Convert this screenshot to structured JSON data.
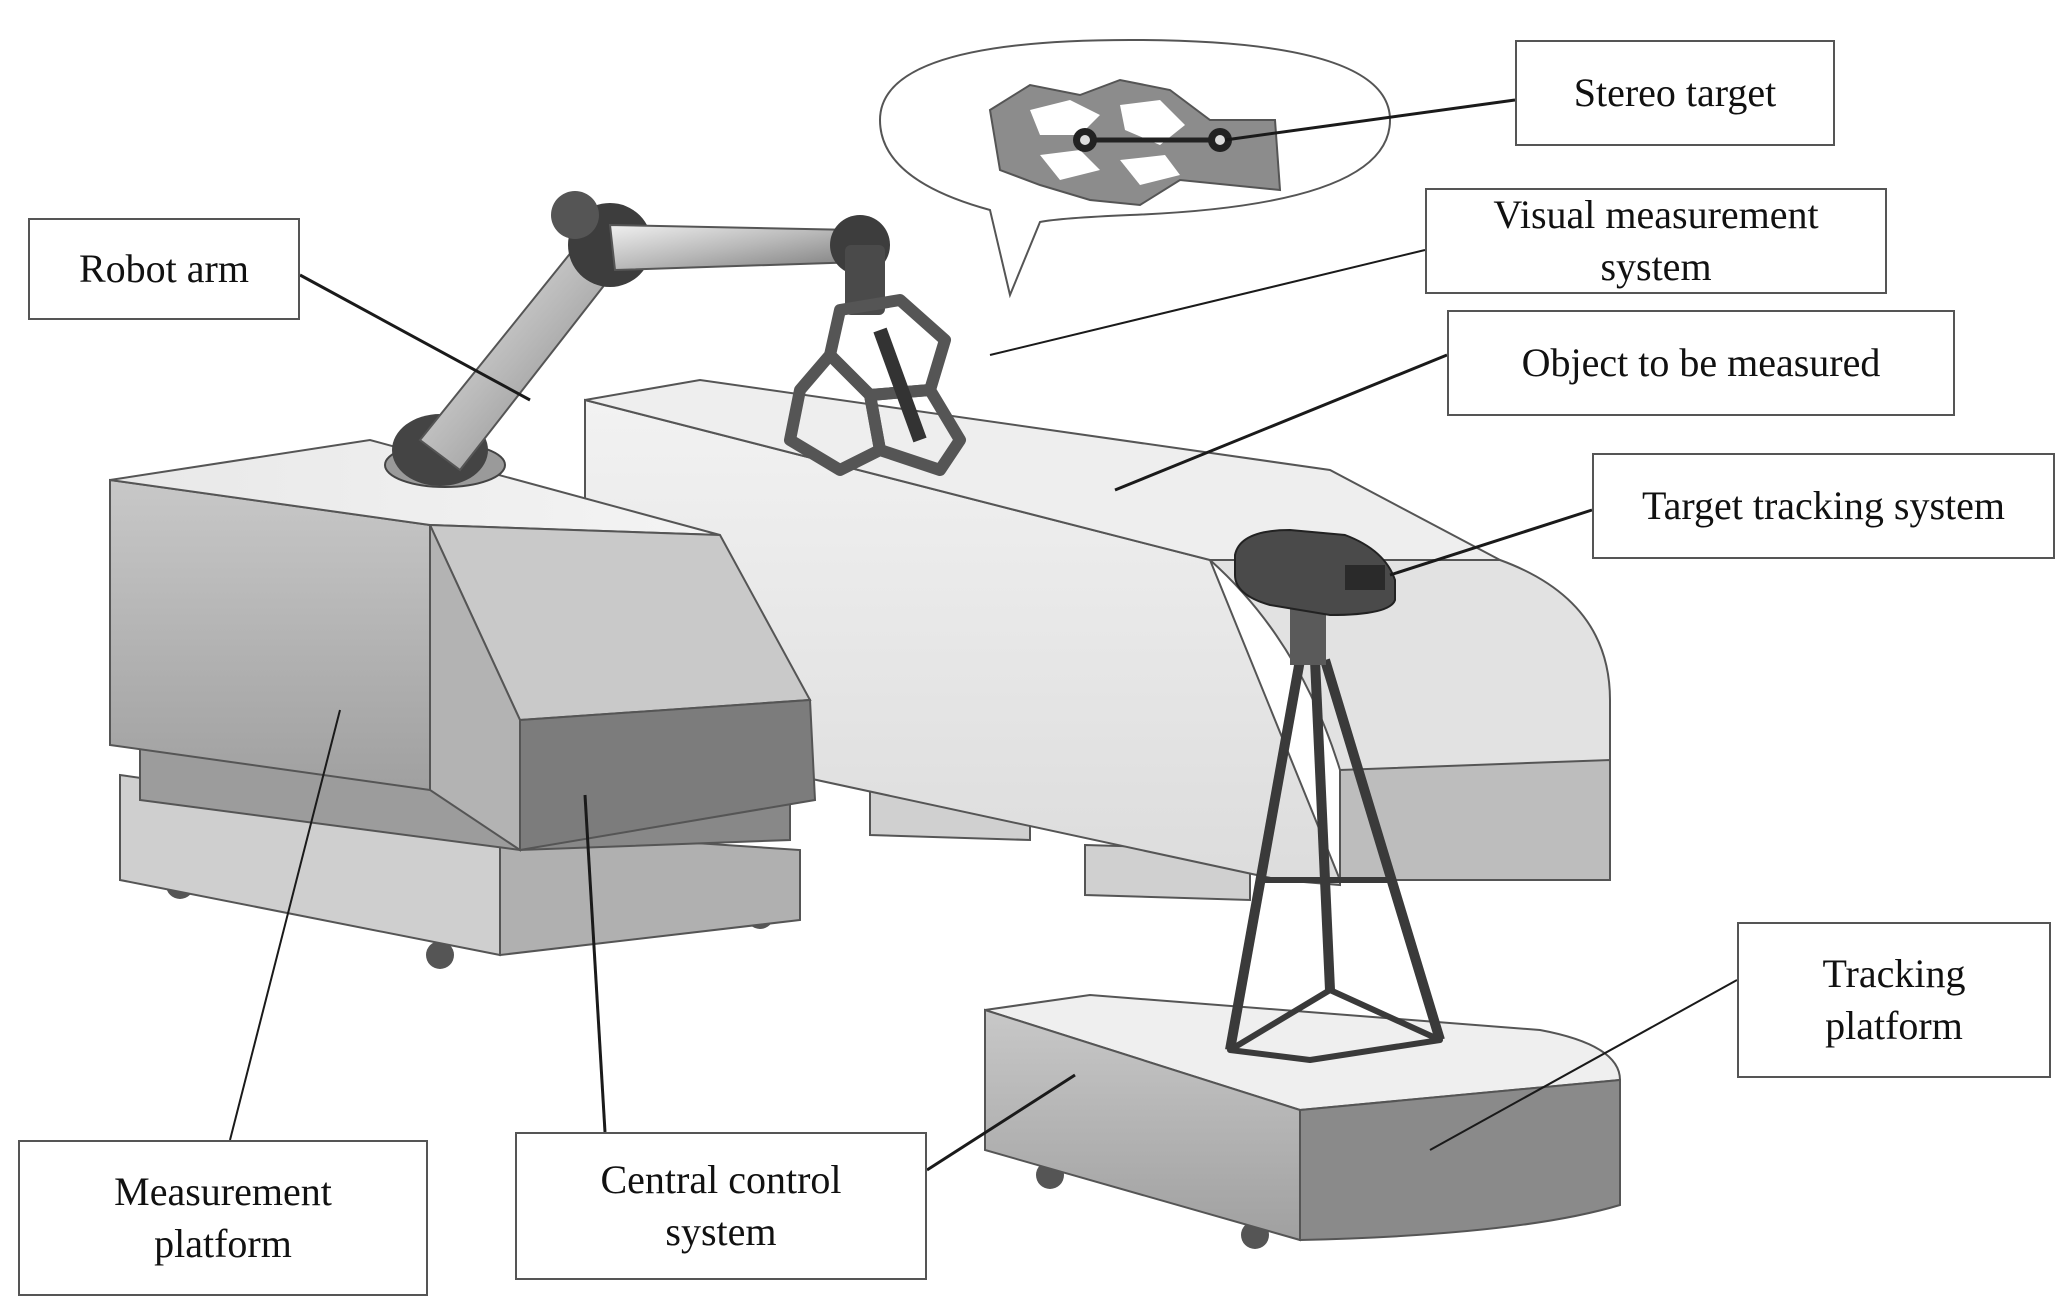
{
  "labels": {
    "stereo_target": "Stereo target",
    "visual_measurement_system": "Visual measurement\nsystem",
    "robot_arm": "Robot arm",
    "object_to_be_measured": "Object to be measured",
    "target_tracking_system": "Target tracking system",
    "tracking_platform": "Tracking\nplatform",
    "measurement_platform": "Measurement\nplatform",
    "central_control_system": "Central control\nsystem"
  },
  "colors": {
    "background": "#ffffff",
    "box_border": "#555555",
    "leader_line": "#1a1a1a",
    "light_gray": "#d9d9d9",
    "mid_gray": "#a8a8a8",
    "dark_gray": "#6e6e6e"
  }
}
